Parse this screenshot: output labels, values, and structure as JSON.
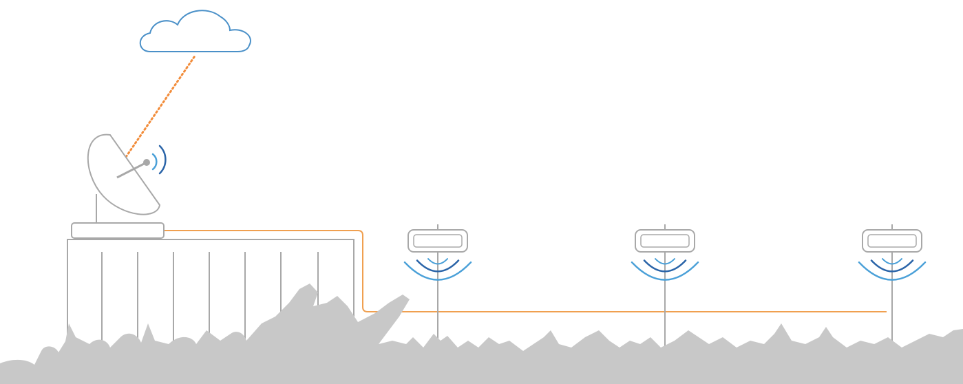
{
  "colors": {
    "cloud_stroke": "#4a90c8",
    "uplink": "#f28c3a",
    "cable": "#f0a050",
    "equipment": "#a8a8a8",
    "equipment_fill": "#ffffff",
    "wave_dark": "#2a64a8",
    "wave_light": "#4aa0d8",
    "crowd": "#c8c8c8"
  },
  "icons": {
    "cloud": "cloud-icon",
    "satellite": "satellite-dish-icon",
    "container": "shipping-container-icon",
    "access_point": "wireless-access-point-icon",
    "crowd": "crowd-silhouette-icon"
  },
  "access_points": [
    {
      "id": "ap-1"
    },
    {
      "id": "ap-2"
    },
    {
      "id": "ap-3"
    }
  ]
}
